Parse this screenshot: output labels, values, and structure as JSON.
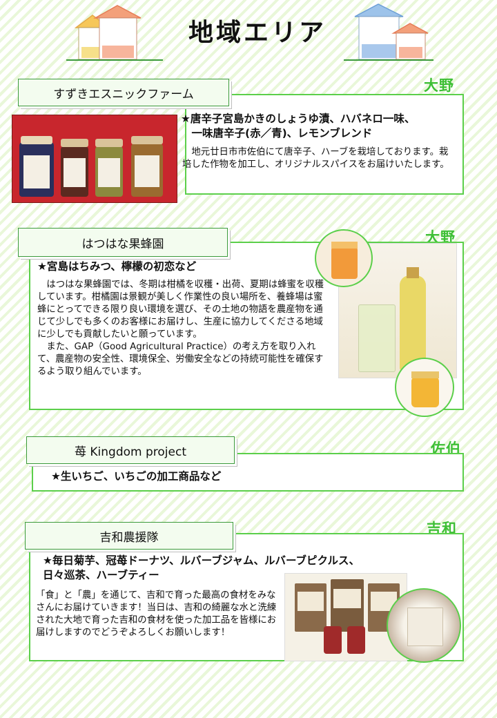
{
  "page": {
    "title": "地域エリア"
  },
  "sections": [
    {
      "name": "すずきエスニックファーム",
      "region": "大野",
      "headline": "★唐辛子宮島かきのしょうゆ漬、ハバネロ一味、\n　一味唐辛子(赤／青)、レモンブレンド",
      "body": "　地元廿日市市佐伯にて唐辛子、ハーブを栽培しております。栽培した作物を加工し、オリジナルスパイスをお届けいたします。"
    },
    {
      "name": "はつはな果蜂園",
      "region": "大野",
      "headline": "★宮島はちみつ、檸檬の初恋など",
      "body": "　はつはな果蜂園では、冬期は柑橘を収穫・出荷、夏期は蜂蜜を収穫しています。柑橘園は景観が美しく作業性の良い場所を、養蜂場は蜜蜂にとってできる限り良い環境を選び、その土地の物語を農産物を通じて少しでも多くのお客様にお届けし、生産に協力してくださる地域に少しでも貢献したいと願っています。\n　また、GAP（Good Agricultural Practice）の考え方を取り入れて、農産物の安全性、環境保全、労働安全などの持続可能性を確保するよう取り組んでいます。"
    },
    {
      "name": "苺 Kingdom project",
      "region": "佐伯",
      "headline": "★生いちご、いちごの加工商品など"
    },
    {
      "name": "吉和農援隊",
      "region": "吉和",
      "headline": "★毎日菊芋、冠苺ドーナツ、ルバーブジャム、ルバーブピクルス、\n日々巡茶、ハーブティー",
      "body": "「食」と「農」を通じて、吉和で育った最高の食材をみなさんにお届けていきます！当日は、吉和の綺麗な水と洗練された大地で育った吉和の食材を使った加工品を皆様にお届けしますのでどうぞよろしくお願いします！"
    }
  ],
  "colors": {
    "accent": "#3dbf35",
    "border": "#5bcf4a",
    "label_bg": "#f3fcef"
  }
}
